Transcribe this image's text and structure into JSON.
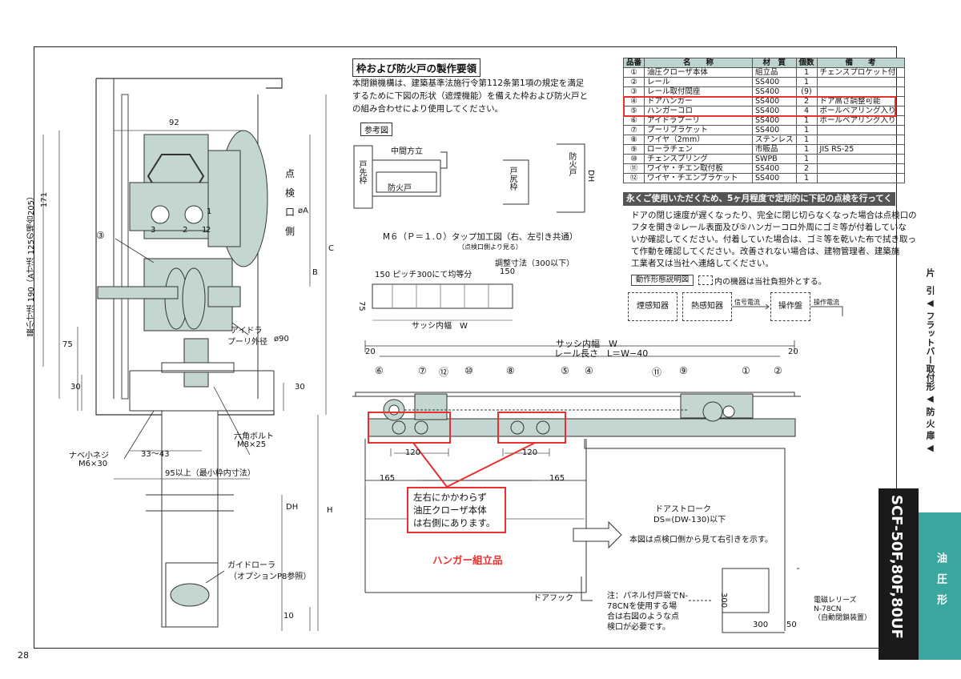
{
  "page": {
    "number": "28"
  },
  "section": {
    "title": "枠および防火戸の製作要領",
    "body": [
      "本閉鎖機構は、建築基準法施行令第112条第1項の規定を満足",
      "するために下図の形状（遮煙機能）を備えた枠および防火戸と",
      "の組み合わせにより使用してください。"
    ],
    "ref_label": "参考図",
    "ref_labels": [
      "中間方立",
      "戸先枠",
      "防火戸",
      "戸尻枠",
      "防火戸",
      "DH"
    ]
  },
  "tap": {
    "title": "M６（Ｐ＝１.０）タップ加工図（右、左引き共通）",
    "sub": "（点検口側より見る）",
    "adjust": "調整寸法（300以下）",
    "pitch": "150 ピッチ300にて均等分",
    "right": "150",
    "side": "75",
    "width": "サッシ内幅　W"
  },
  "parts_table": {
    "headers": [
      "品番",
      "名　　称",
      "材　質",
      "個数",
      "備　　考"
    ],
    "rows": [
      [
        "①",
        "油圧クローザ本体",
        "組立品",
        "1",
        "チェンスプロケット付"
      ],
      [
        "②",
        "レール",
        "SS400",
        "1",
        ""
      ],
      [
        "③",
        "レール取付間座",
        "SS400",
        "(9)",
        ""
      ],
      [
        "④",
        "ドアハンガー",
        "SS400",
        "2",
        "ドア高さ調整可能"
      ],
      [
        "⑤",
        "ハンガーコロ",
        "SS400",
        "4",
        "ボールベアリング入り"
      ],
      [
        "⑥",
        "アイドラプーリ",
        "SS400",
        "1",
        "ボールベアリング入り"
      ],
      [
        "⑦",
        "プーリブラケット",
        "SS400",
        "1",
        ""
      ],
      [
        "⑧",
        "ワイヤ（2mm）",
        "ステンレス",
        "1",
        ""
      ],
      [
        "⑨",
        "ローラチェン",
        "市販品",
        "1",
        "JIS  RS-25"
      ],
      [
        "⑩",
        "チェンスプリング",
        "SWPB",
        "1",
        ""
      ],
      [
        "⑪",
        "ワイヤ・チエン取付板",
        "SS400",
        "2",
        ""
      ],
      [
        "⑫",
        "ワイヤ・チエンブラケット",
        "SS400",
        "1",
        ""
      ]
    ]
  },
  "maintenance": {
    "banner": "永くご使用いただくため、5ヶ月程度で定期的に下記の点検を行ってください。",
    "text": [
      "ドアの閉じ速度が遅くなったり、完全に閉じ切らなくなった場合は点検口の",
      "フタを開き②レール表面及び⑤ハンガーコロ外周にゴミ等が付着していな",
      "いか確認してください。付着していた場合は、ゴミ等を乾いた布で拭き取っ",
      "て作動を確認してください。改善されない場合は、建物管理者、建築施",
      "工業者又は当社へ連絡してください。"
    ]
  },
  "operation": {
    "label": "動作形態説明図",
    "legend": "内の機器は当社負担外とする。",
    "smoke": "煙感知器",
    "heat": "熱感知器",
    "signal": "信号電流",
    "panel": "操作盤",
    "current": "操作電流"
  },
  "left_drawing": {
    "dims": [
      "92",
      "171",
      "最小寸法 190（A寸法 125の場合205）",
      "75",
      "30",
      "30",
      "C",
      "B",
      "H",
      "DH",
      "10",
      "33〜43",
      "95以上（最小枠内寸法）",
      "øA",
      "ø90"
    ],
    "labels": [
      "点",
      "検",
      "口",
      "側",
      "アイドラ",
      "プーリ外径",
      "六角ボルト",
      "M8×25",
      "ナベ小ネジ",
      "M6×30",
      "ガイドローラ",
      "（オプションP8参照）"
    ],
    "circles": [
      "③",
      "1",
      "2",
      "3",
      "1",
      "2"
    ]
  },
  "rail_drawing": {
    "sash_width": "サッシ内幅　W",
    "rail_length": "レール長さ　L＝W−40",
    "left_gap": "20",
    "right_gap": "20",
    "part_marks": [
      "⑥",
      "⑦",
      "⑫",
      "⑩",
      "⑧",
      "⑤",
      "④",
      "⑪",
      "⑨",
      "①",
      "②"
    ],
    "dims": [
      "120",
      "120",
      "165",
      "165"
    ],
    "stroke": "ドアストローク",
    "stroke_formula": "DS=(DW-130)以下",
    "direction_note": "本図は点検口側から見て右引きを示す。",
    "door_hook": "ドアフック",
    "note": [
      "注：パネル付戸袋でN-",
      "78CNを使用する場",
      "合は右図のような点",
      "検口が必要です。"
    ],
    "small_dims": [
      "300",
      "300",
      "50"
    ],
    "release": [
      "電磁レリーズ",
      "N-78CN",
      "（自動閉鎖装置）"
    ]
  },
  "callout": {
    "text": [
      "左右にかかわらず",
      "油圧クローザ本体",
      "は右側にあります。"
    ],
    "hanger": "ハンガー組立品"
  },
  "sidebar": {
    "top": "片　引 ◀ フラットバー取付形 ◀ 防 火 扉 ◀",
    "model": "SCF-50F,80F,80UF",
    "type": "油　圧　形"
  },
  "colors": {
    "accent": "#e8302f",
    "teal": "#3aa79e",
    "part_fill": "#c3d6d1",
    "header": "#bcd3cf"
  }
}
